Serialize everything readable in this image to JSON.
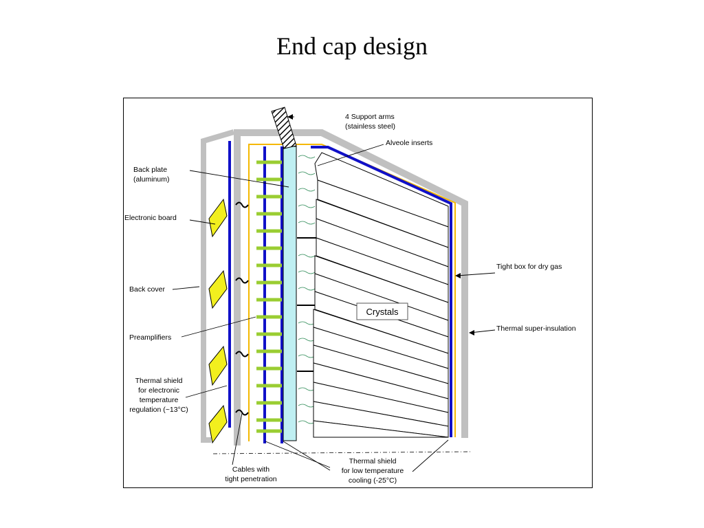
{
  "slide": {
    "title": "End cap design"
  },
  "labels": {
    "support_arms": [
      "4 Support arms",
      "(stainless steel)"
    ],
    "alveole_inserts": [
      "Alveole inserts"
    ],
    "back_plate": [
      "Back plate",
      "(aluminum)"
    ],
    "electronic_board": [
      "Electronic board"
    ],
    "back_cover": [
      "Back cover"
    ],
    "preamplifiers": [
      "Preamplifiers"
    ],
    "thermal_shield_electronic": [
      "Thermal shield",
      "for electronic",
      "temperature",
      "regulation (~13°C)"
    ],
    "cables": [
      "Cables with",
      "tight penetration"
    ],
    "thermal_shield_low": [
      "Thermal shield",
      "for low  temperature",
      "cooling (-25°C)"
    ],
    "tight_box": [
      "Tight box for dry gas"
    ],
    "thermal_super_insulation": [
      "Thermal super-insulation"
    ],
    "crystals": [
      "Crystals"
    ]
  },
  "colors": {
    "back_cover": "#c0c0c0",
    "board": "#f2ef1e",
    "shield_blue": "#1010c8",
    "preamp_green": "#9acd32",
    "back_plate": "#bfeff2",
    "insulation_yellow": "#f5b800",
    "crystal_stroke": "#000000",
    "alveole_green": "#2e8b57"
  }
}
